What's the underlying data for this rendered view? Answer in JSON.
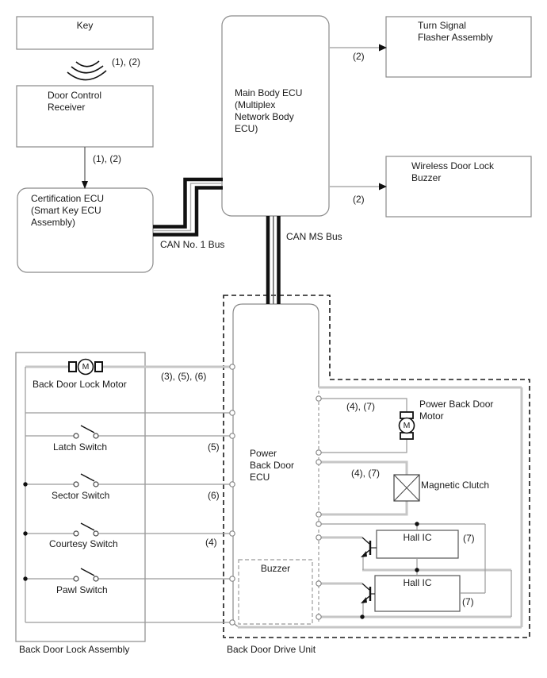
{
  "colors": {
    "background": "#ffffff",
    "box_border": "#8a8a8a",
    "wire_thin": "#9a9a9a",
    "wire_thick": "#c6c6c6",
    "bus_black": "#111111",
    "dashed_boundary": "#1a1a1a",
    "text": "#1a1a1a"
  },
  "nodes": {
    "key": "Key",
    "door_control_receiver": "Door Control\nReceiver",
    "certification_ecu": "Certification ECU\n(Smart Key ECU\nAssembly)",
    "main_body_ecu": "Main Body ECU\n(Multiplex\nNetwork Body\nECU)",
    "turn_signal_flasher": "Turn Signal\nFlasher Assembly",
    "wireless_door_lock_buzzer": "Wireless Door Lock\nBuzzer",
    "power_back_door_ecu": "Power\nBack Door\nECU",
    "buzzer": "Buzzer",
    "hall_ic_1": "Hall IC",
    "hall_ic_2": "Hall IC",
    "back_door_lock_motor": "Back Door Lock Motor",
    "latch_switch": "Latch Switch",
    "sector_switch": "Sector Switch",
    "courtesy_switch": "Courtesy Switch",
    "pawl_switch": "Pawl Switch",
    "power_back_door_motor": "Power Back Door\nMotor",
    "magnetic_clutch": "Magnetic Clutch",
    "motor_symbol": "M"
  },
  "captions": {
    "back_door_lock_assembly": "Back Door Lock Assembly",
    "back_door_drive_unit": "Back Door Drive Unit"
  },
  "buses": {
    "can_no1": "CAN No. 1 Bus",
    "can_ms": "CAN MS Bus"
  },
  "pin_labels": {
    "key_to_receiver": "(1), (2)",
    "receiver_to_cert": "(1), (2)",
    "to_turn_signal": "(2)",
    "to_wireless_buzzer": "(2)",
    "lock_motor": "(3), (5), (6)",
    "latch": "(5)",
    "sector": "(6)",
    "courtesy": "(4)",
    "pbd_motor": "(4), (7)",
    "magnetic_clutch": "(4), (7)",
    "hall_ic_1": "(7)",
    "hall_ic_2": "(7)"
  }
}
